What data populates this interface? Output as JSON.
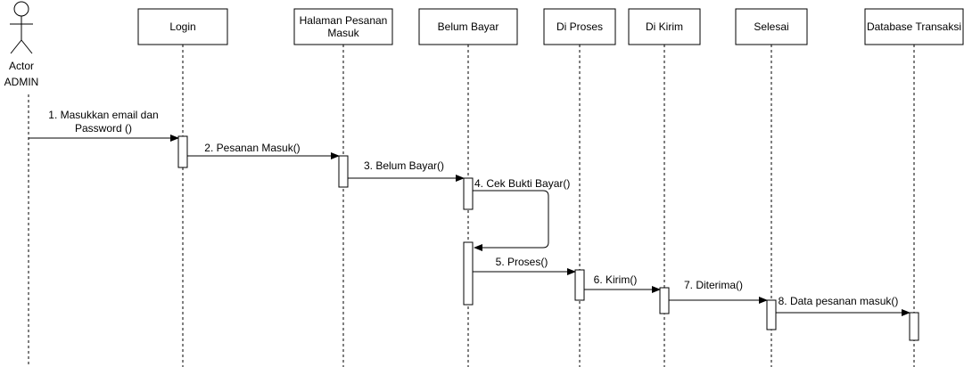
{
  "actor": {
    "line1": "Actor",
    "line2": "ADMIN"
  },
  "participants": [
    {
      "id": "login",
      "lines": [
        "Login"
      ]
    },
    {
      "id": "halaman-pesanan-masuk",
      "lines": [
        "Halaman Pesanan",
        "Masuk"
      ]
    },
    {
      "id": "belum-bayar",
      "lines": [
        "Belum Bayar"
      ]
    },
    {
      "id": "di-proses",
      "lines": [
        "Di Proses"
      ]
    },
    {
      "id": "di-kirim",
      "lines": [
        "Di Kirim"
      ]
    },
    {
      "id": "selesai",
      "lines": [
        "Selesai"
      ]
    },
    {
      "id": "database-transaksi",
      "lines": [
        "Database Transaksi"
      ]
    }
  ],
  "messages": [
    {
      "from": "actor",
      "to": "login",
      "lines": [
        "1. Masukkan email dan",
        "Password ()"
      ]
    },
    {
      "from": "login",
      "to": "halaman-pesanan-masuk",
      "lines": [
        "2. Pesanan Masuk()"
      ]
    },
    {
      "from": "halaman-pesanan-masuk",
      "to": "belum-bayar",
      "lines": [
        "3. Belum Bayar()"
      ]
    },
    {
      "from": "belum-bayar",
      "to": "belum-bayar",
      "self": true,
      "lines": [
        "4. Cek Bukti Bayar()"
      ]
    },
    {
      "from": "belum-bayar",
      "to": "di-proses",
      "lines": [
        "5. Proses()"
      ]
    },
    {
      "from": "di-proses",
      "to": "di-kirim",
      "lines": [
        "6. Kirim()"
      ]
    },
    {
      "from": "di-kirim",
      "to": "selesai",
      "lines": [
        "7. Diterima()"
      ]
    },
    {
      "from": "selesai",
      "to": "database-transaksi",
      "lines": [
        "8. Data pesanan masuk()"
      ]
    }
  ]
}
